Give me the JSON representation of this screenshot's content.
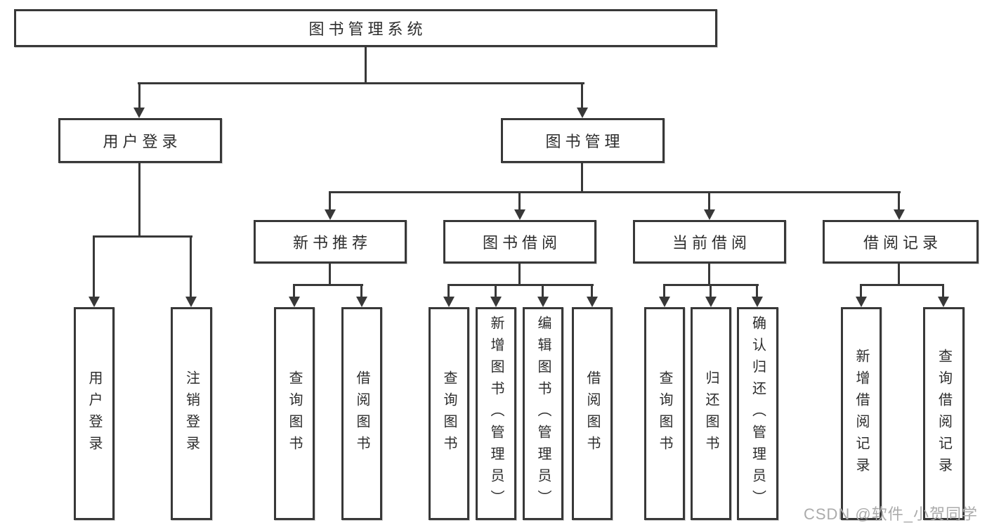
{
  "tree": {
    "root": "图书管理系统",
    "branches": [
      {
        "label": "用户登录",
        "children": [
          {
            "label": "用户登录"
          },
          {
            "label": "注销登录"
          }
        ]
      },
      {
        "label": "图书管理",
        "groups": [
          {
            "label": "新书推荐",
            "children": [
              {
                "label": "查询图书"
              },
              {
                "label": "借阅图书"
              }
            ]
          },
          {
            "label": "图书借阅",
            "children": [
              {
                "label": "查询图书"
              },
              {
                "label": "新增图书（管理员）"
              },
              {
                "label": "编辑图书（管理员）"
              },
              {
                "label": "借阅图书"
              }
            ]
          },
          {
            "label": "当前借阅",
            "children": [
              {
                "label": "查询图书"
              },
              {
                "label": "归还图书"
              },
              {
                "label": "确认归还（管理员）"
              }
            ]
          },
          {
            "label": "借阅记录",
            "children": [
              {
                "label": "新增借阅记录"
              },
              {
                "label": "查询借阅记录"
              }
            ]
          }
        ]
      }
    ]
  },
  "watermark": {
    "text": "CSDN @软件_小贺同学"
  },
  "colors": {
    "line": "#383838",
    "text": "#2d2d2d",
    "background": "#ffffff",
    "watermark": "#ababab"
  }
}
